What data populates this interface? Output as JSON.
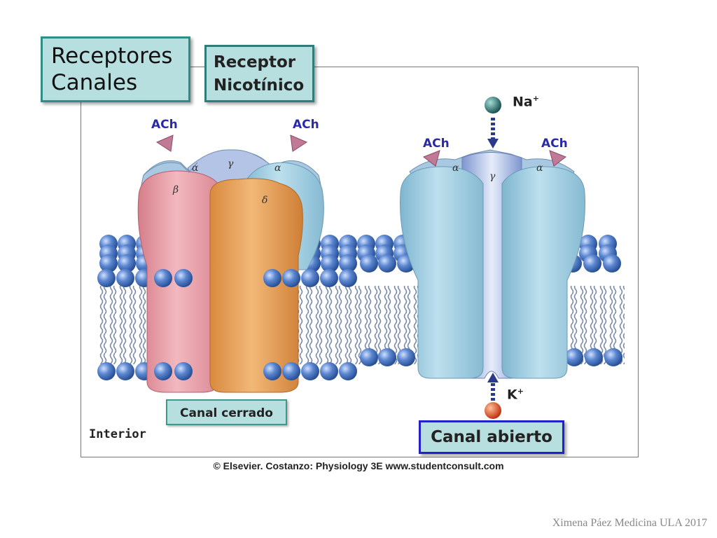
{
  "title": {
    "line1": "Receptores",
    "line2": "Canales"
  },
  "subtitle": {
    "line1": "Receptor",
    "line2": "Nicotínico"
  },
  "ligand_labels": [
    "ACh",
    "ACh",
    "ACh",
    "ACh"
  ],
  "subunits": {
    "alpha": "α",
    "beta": "β",
    "gamma": "γ",
    "delta": "δ"
  },
  "ions": {
    "sodium": "Na",
    "sodium_charge": "+",
    "potassium": "K",
    "potassium_charge": "+"
  },
  "states": {
    "closed": "Canal cerrado",
    "open": "Canal abierto"
  },
  "region_label": "Interior",
  "copyright": "© Elsevier. Costanzo: Physiology 3E www.studentconsult.com",
  "footer": "Ximena Páez Medicina ULA 2017",
  "colors": {
    "title_box_bg": "#b8dfe0",
    "title_box_border": "#2f8c86",
    "open_box_border": "#2222cc",
    "alpha_subunit": "#a8d4e0",
    "beta_subunit": "#e8a0a8",
    "delta_subunit": "#e6a55e",
    "gamma_subunit": "#a9bde0",
    "open_channel": "#9fcbe0",
    "lipid_head": "#4a7ac8",
    "ach_marker": "#b3708a",
    "sodium_ion": "#1f6b6a",
    "potassium_ion": "#e0401a",
    "label_text": "#2a2aa8"
  }
}
